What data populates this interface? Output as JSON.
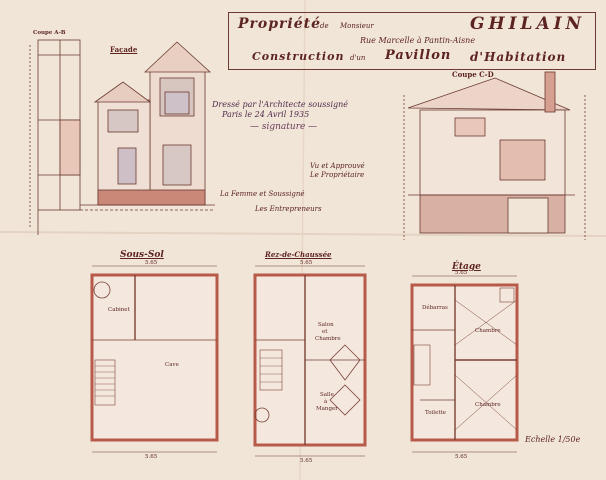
{
  "title": {
    "line1a": "Propriété",
    "line1b": "de",
    "line1c": "Monsieur",
    "line1d": "GHILAIN",
    "line2": "Rue Marcelle à Pantin-Aisne",
    "line3a": "Construction",
    "line3b": "d'un",
    "line3c": "Pavillon",
    "line3d": "d'Habitation"
  },
  "labels": {
    "coupe_ab": "Coupe A-B",
    "facade": "Façade",
    "coupe_cd": "Coupe C-D",
    "sous_sol": "Sous-Sol",
    "rez": "Rez-de-Chaussée",
    "etage": "Étage",
    "echelle": "Echelle 1/50e"
  },
  "annotations": {
    "dresse1": "Dressé par l'Architecte soussigné",
    "dresse2": "Paris le 24 Avril 1935",
    "vu1": "Vu et Approuvé",
    "vu2": "Le Propriétaire",
    "femme": "La Femme et Soussigné",
    "entrepreneurs": "Les Entrepreneurs"
  },
  "rooms": {
    "cabinet": "Cabinet",
    "cave": "Cave",
    "salon": "Salon",
    "et": "et",
    "chambre_salon": "Chambre",
    "salle1": "Salle",
    "salle2": "à",
    "salle3": "Manger",
    "debarras": "Débarras",
    "chambre1": "Chambre",
    "chambre2": "Chambre",
    "toilette": "Toilette"
  },
  "dims": {
    "ss_w": "5.65",
    "rc_w": "5.65",
    "et_w": "5.65",
    "ss_b": "5.65",
    "rc_b": "5.65",
    "et_b": "5.65"
  },
  "colors": {
    "paper": "#f1e5d8",
    "ink": "#5c2320",
    "brick": "#b85a4a",
    "wash": "#d9a79a"
  }
}
